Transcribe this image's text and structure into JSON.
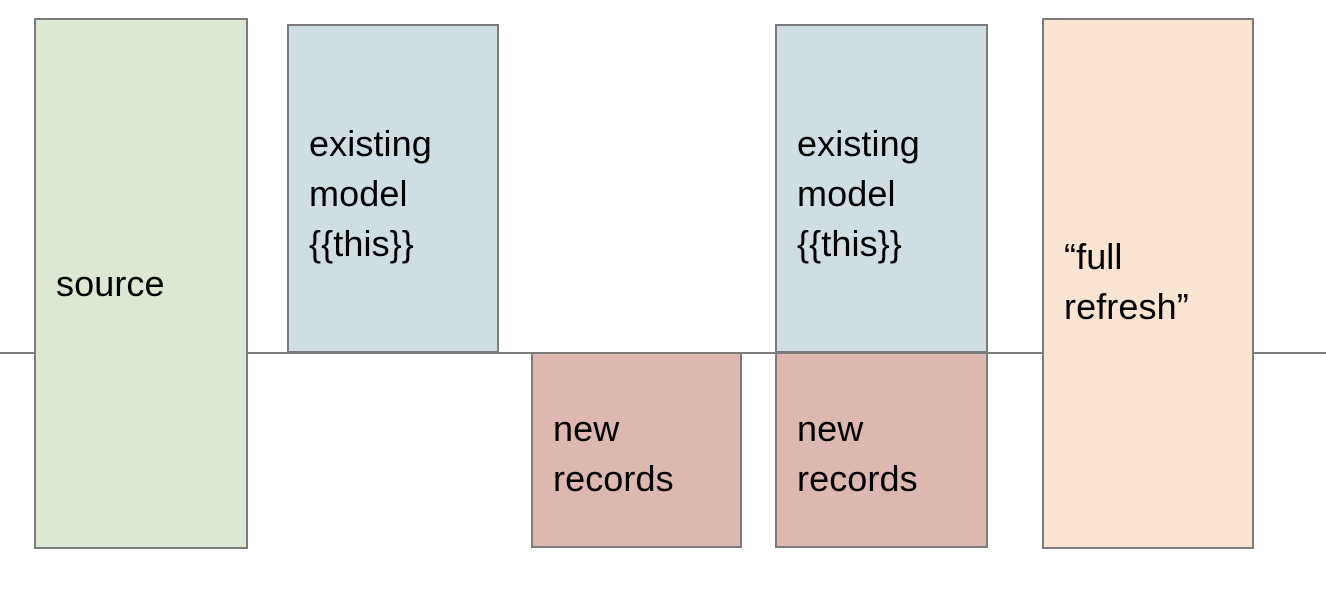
{
  "diagram": {
    "type": "dbt incremental model illustration",
    "background_color": "#ffffff",
    "baseline": {
      "name": "horizontal-divider-line",
      "color": "#7c7c7c"
    },
    "border_color": "#7c7c7c",
    "boxes": [
      {
        "id": "source",
        "label": "source",
        "fill": "#dde8d4",
        "position": "spans-divider"
      },
      {
        "id": "existing-model-1",
        "label": "existing\nmodel\n{{this}}",
        "fill": "#cfdee3",
        "position": "above-divider"
      },
      {
        "id": "new-records-1",
        "label": "new\nrecords",
        "fill": "#ddb8b0",
        "position": "below-divider"
      },
      {
        "id": "existing-model-2",
        "label": "existing\nmodel\n{{this}}",
        "fill": "#cfdee3",
        "position": "above-divider"
      },
      {
        "id": "new-records-2",
        "label": "new\nrecords",
        "fill": "#ddb8b0",
        "position": "below-divider"
      },
      {
        "id": "full-refresh",
        "label": "“full\nrefresh”",
        "fill": "#f8e4d0",
        "position": "spans-divider"
      }
    ]
  }
}
